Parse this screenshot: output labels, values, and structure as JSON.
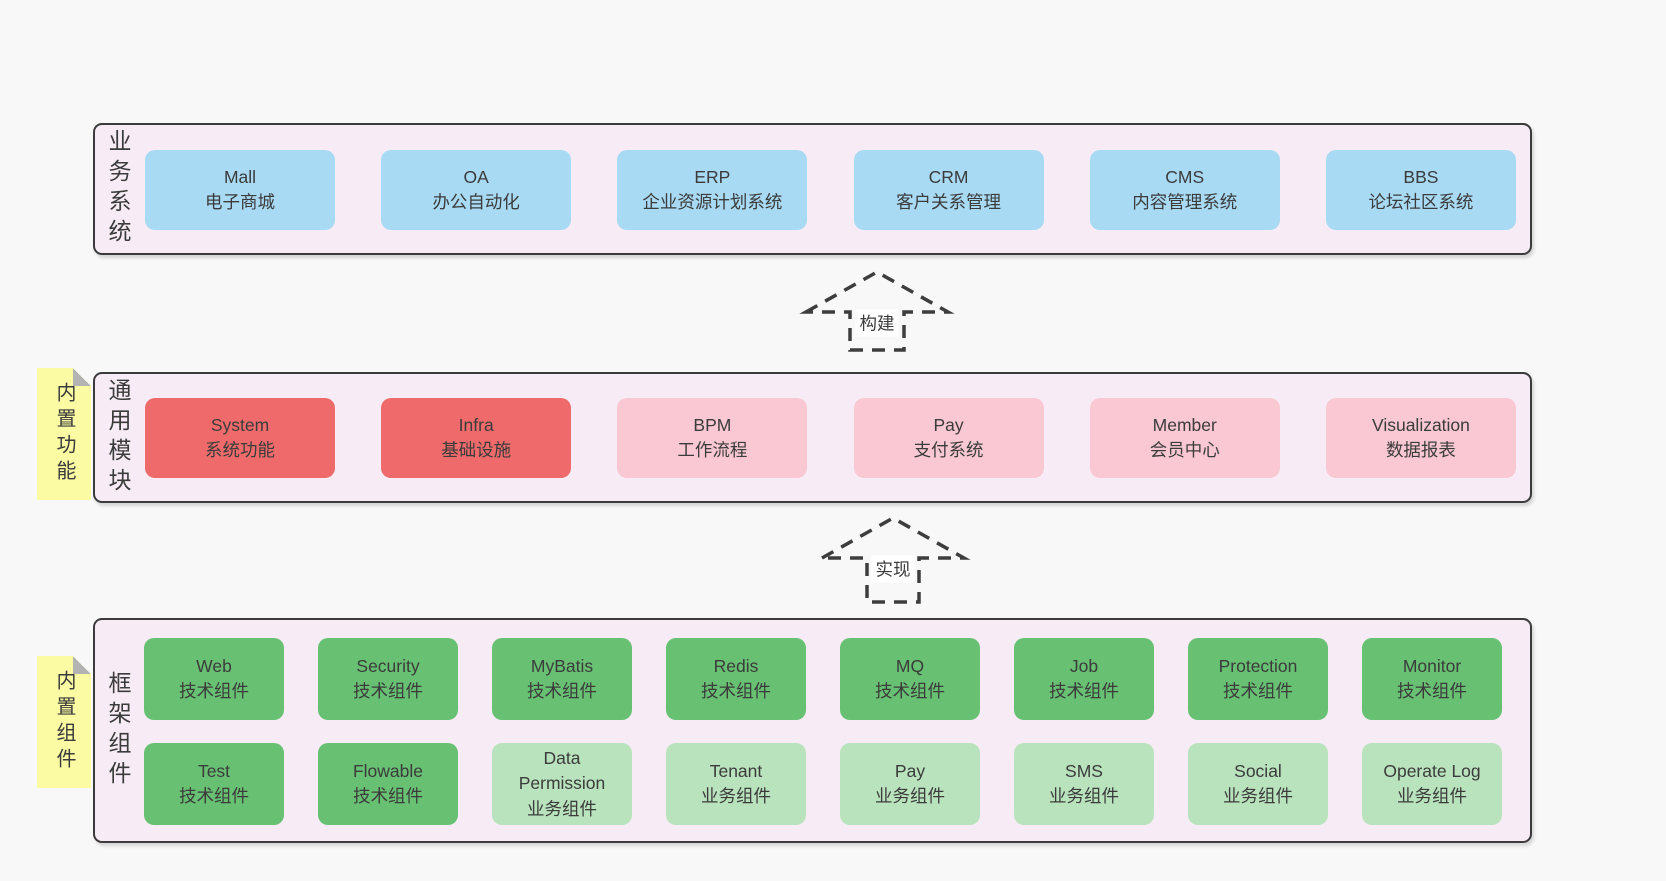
{
  "colors": {
    "page-bg": "#f8f8f8",
    "panel-bg": "#f7ecf5",
    "panel-border": "#3b3b3b",
    "box-blue": "#a9daf4",
    "box-red": "#ef6b6b",
    "box-pink": "#f9c8d2",
    "box-green": "#68c173",
    "box-green-light": "#b9e3bd",
    "note-yellow": "#fbfba4",
    "note-fold": "#b3b3b3",
    "arrow-stroke": "#3d3d3d",
    "text": "#3b3b3b"
  },
  "sections": {
    "business": {
      "label": "业务系统",
      "boxes": [
        {
          "title": "Mall",
          "subtitle": "电子商城"
        },
        {
          "title": "OA",
          "subtitle": "办公自动化"
        },
        {
          "title": "ERP",
          "subtitle": "企业资源计划系统"
        },
        {
          "title": "CRM",
          "subtitle": "客户关系管理"
        },
        {
          "title": "CMS",
          "subtitle": "内容管理系统"
        },
        {
          "title": "BBS",
          "subtitle": "论坛社区系统"
        }
      ]
    },
    "modules": {
      "label": "通用模块",
      "note": "内置功能",
      "boxes": [
        {
          "title": "System",
          "subtitle": "系统功能"
        },
        {
          "title": "Infra",
          "subtitle": "基础设施"
        },
        {
          "title": "BPM",
          "subtitle": "工作流程"
        },
        {
          "title": "Pay",
          "subtitle": "支付系统"
        },
        {
          "title": "Member",
          "subtitle": "会员中心"
        },
        {
          "title": "Visualization",
          "subtitle": "数据报表"
        }
      ]
    },
    "framework": {
      "label": "框架组件",
      "note": "内置组件",
      "row1": [
        {
          "title": "Web",
          "subtitle": "技术组件"
        },
        {
          "title": "Security",
          "subtitle": "技术组件"
        },
        {
          "title": "MyBatis",
          "subtitle": "技术组件"
        },
        {
          "title": "Redis",
          "subtitle": "技术组件"
        },
        {
          "title": "MQ",
          "subtitle": "技术组件"
        },
        {
          "title": "Job",
          "subtitle": "技术组件"
        },
        {
          "title": "Protection",
          "subtitle": "技术组件"
        },
        {
          "title": "Monitor",
          "subtitle": "技术组件"
        }
      ],
      "row2": [
        {
          "title": "Test",
          "subtitle": "技术组件"
        },
        {
          "title": "Flowable",
          "subtitle": "技术组件"
        },
        {
          "title": "Data Permission",
          "subtitle": "业务组件"
        },
        {
          "title": "Tenant",
          "subtitle": "业务组件"
        },
        {
          "title": "Pay",
          "subtitle": "业务组件"
        },
        {
          "title": "SMS",
          "subtitle": "业务组件"
        },
        {
          "title": "Social",
          "subtitle": "业务组件"
        },
        {
          "title": "Operate Log",
          "subtitle": "业务组件"
        }
      ]
    }
  },
  "arrows": {
    "build": {
      "label": "构建"
    },
    "implement": {
      "label": "实现"
    }
  }
}
